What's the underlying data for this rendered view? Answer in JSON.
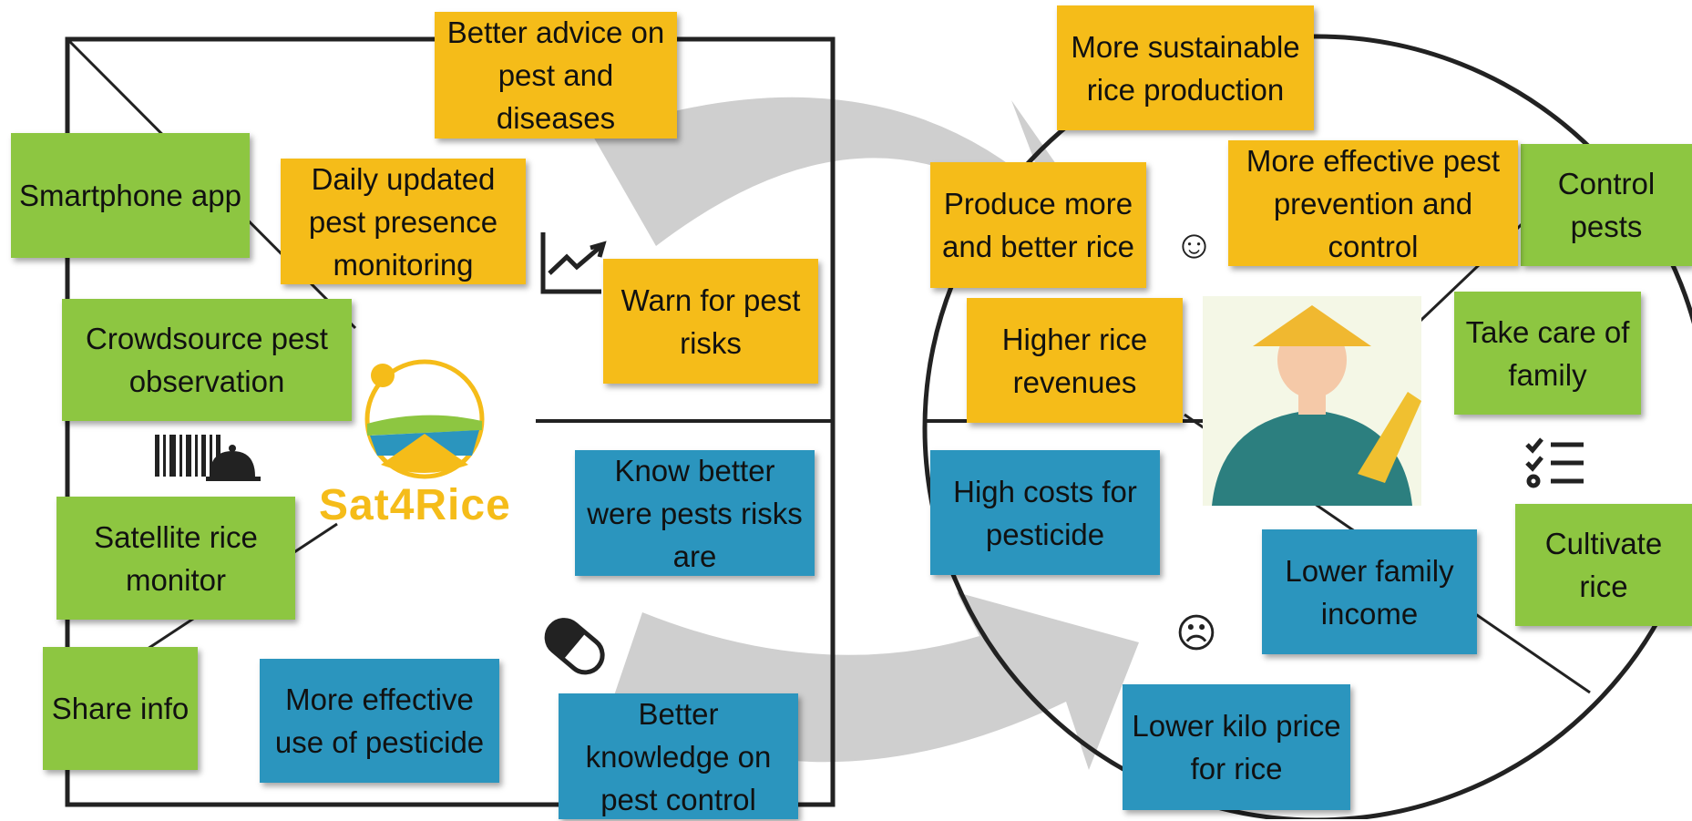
{
  "colors": {
    "customer_jobs": "#8dc641",
    "gains": "#f5bc19",
    "pains": "#2b95be",
    "arrow": "#cccccc"
  },
  "icons": [
    "trend-chart-icon",
    "barcode-bell-icon",
    "pill-icon",
    "smile-icon",
    "frown-icon",
    "checklist-icon",
    "farmer-illustration"
  ],
  "logo": {
    "text": "Sat4Rice"
  },
  "value_map": {
    "products": [
      "Smartphone app",
      "Crowdsource pest observation",
      "Satellite rice monitor",
      "Share info"
    ],
    "gain_creators": [
      "Better advice on pest and diseases",
      "Daily updated pest presence monitoring",
      "Warn for pest risks"
    ],
    "pain_relievers": [
      "Know better were pests risks are",
      "More effective use of pesticide",
      "Better knowledge on pest control"
    ]
  },
  "customer_profile": {
    "jobs": [
      "Control pests",
      "Take care of family",
      "Cultivate rice"
    ],
    "gains": [
      "More sustainable rice production",
      "Produce more and better rice",
      "More effective pest prevention and control",
      "Higher rice revenues"
    ],
    "pains": [
      "High costs for pesticide",
      "Lower family income",
      "Lower kilo price for rice"
    ]
  }
}
